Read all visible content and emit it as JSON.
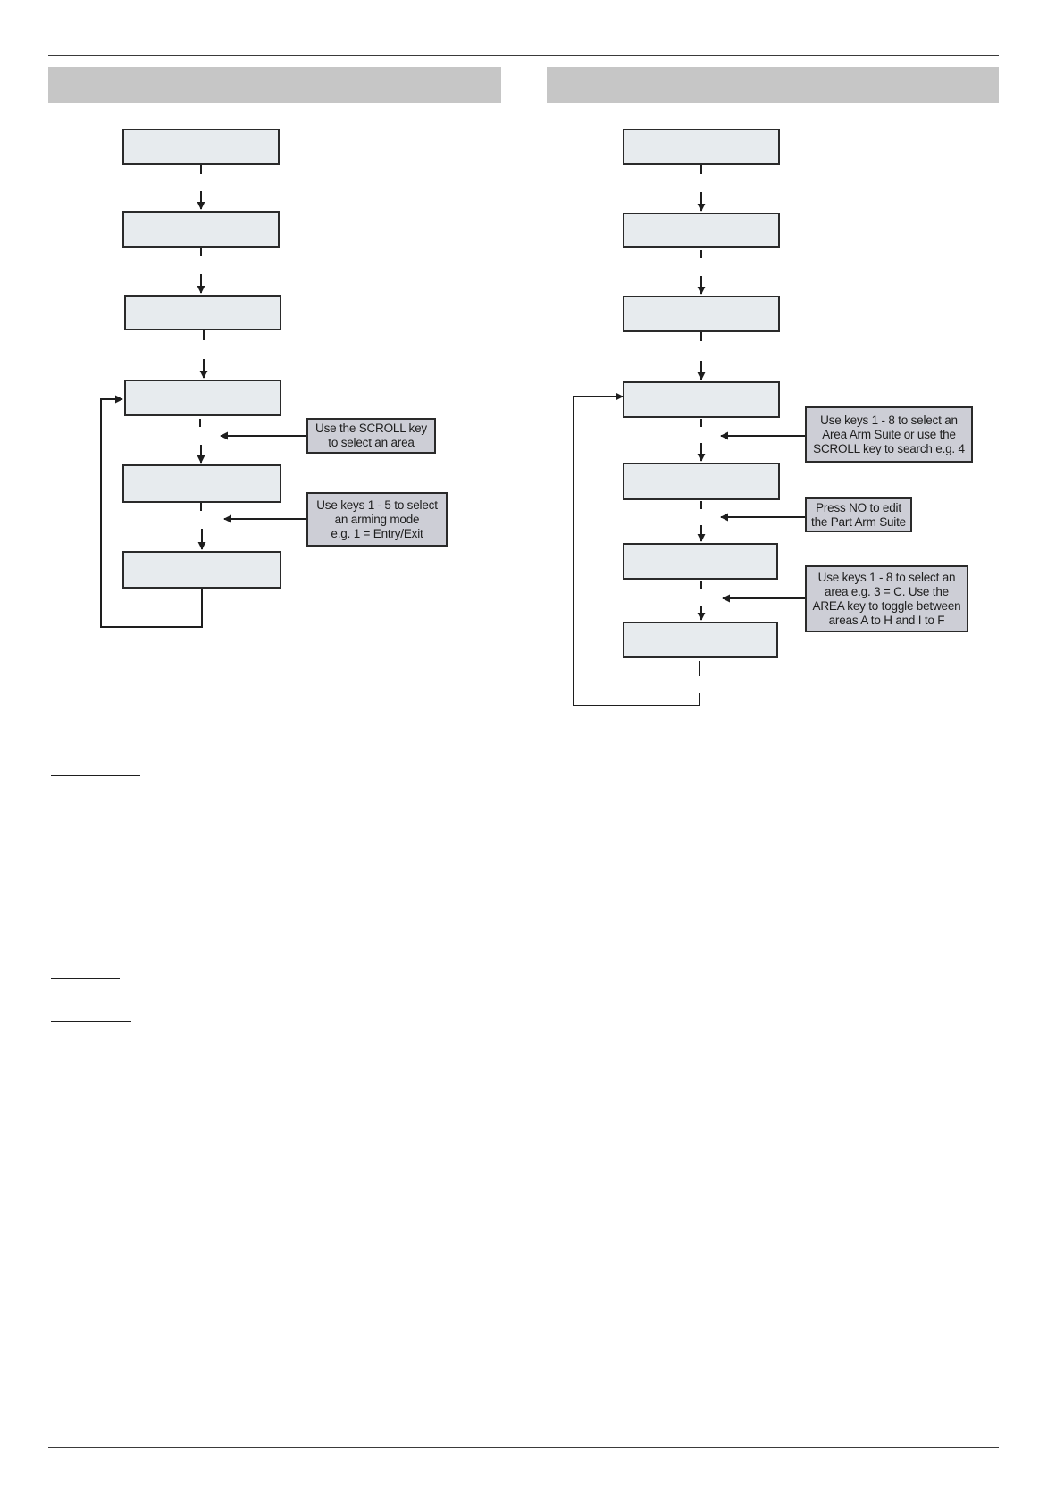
{
  "left_flow": {
    "notes": [
      {
        "text": "Use the SCROLL key\nto select an area"
      },
      {
        "text": "Use keys 1 - 5 to select\nan arming mode\ne.g. 1 = Entry/Exit"
      }
    ]
  },
  "right_flow": {
    "notes": [
      {
        "text": "Use keys 1 - 8 to select an\nArea Arm Suite or use the\nSCROLL key to search e.g. 4"
      },
      {
        "text": "Press NO to edit\nthe Part Arm Suite"
      },
      {
        "text": "Use keys 1 - 8 to select an\narea e.g. 3 = C. Use the\nAREA key to toggle between\nareas A to H and I to F"
      }
    ]
  }
}
